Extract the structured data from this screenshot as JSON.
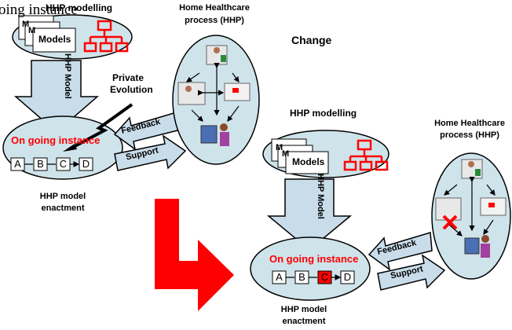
{
  "top_text": "oing instance",
  "top_title": "HHP modelling",
  "models_label": "Models",
  "model_m": "M",
  "private_evolution": [
    "Private",
    "Evolution"
  ],
  "hhp_model_label": "HHP Model",
  "ongoing_instance": "On going instance",
  "steps": [
    "A",
    "B",
    "C",
    "D"
  ],
  "feedback": "Feedback",
  "support": "Support",
  "enactment": [
    "HHP model",
    "enactment"
  ],
  "process_title": [
    "Home Healthcare",
    "process (HHP)"
  ],
  "change": "Change",
  "bottom_title": "HHP modelling",
  "bottom_process_title": [
    "Home Healthcare",
    "process (HHP)"
  ],
  "bottom_enactment": [
    "HHP model",
    "enactment"
  ],
  "bottom_steps": [
    "A",
    "B",
    "C",
    "D"
  ],
  "colors": {
    "ellipse_fill": "#cfe3ea",
    "arrow_fill": "#c9dce9",
    "accent": "#ff0000",
    "stroke": "#000000"
  }
}
